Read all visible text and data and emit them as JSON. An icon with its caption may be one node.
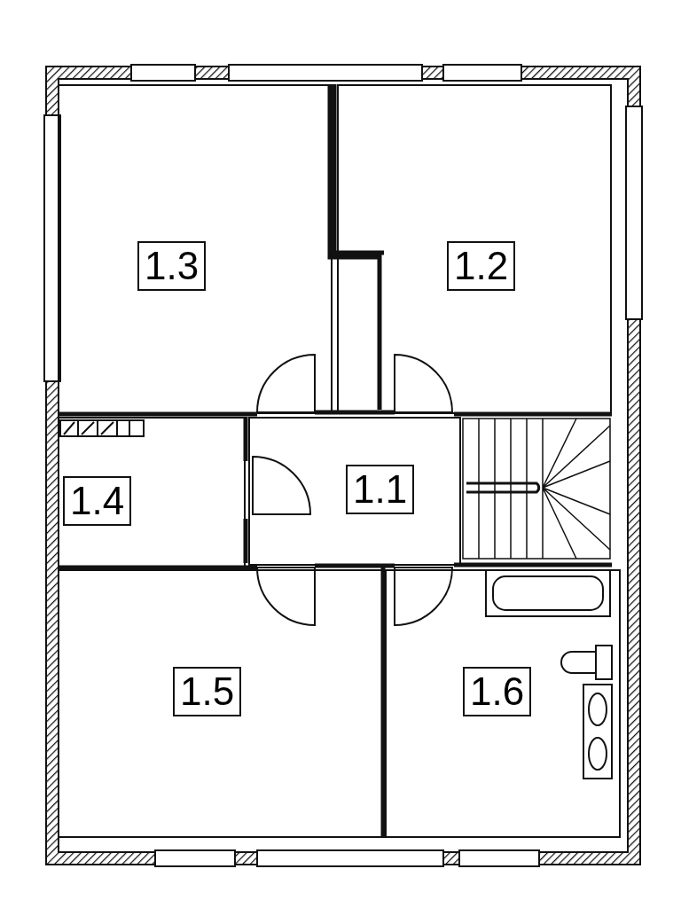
{
  "diagram": {
    "nodes": [
      {
        "text": [
          "1.3"
        ]
      },
      {
        "text": [
          "1.2"
        ]
      },
      {
        "text": [
          "1.4"
        ]
      },
      {
        "text": [
          "1.1"
        ]
      },
      {
        "text": [
          "1.5"
        ]
      },
      {
        "text": [
          "1.6"
        ]
      }
    ]
  }
}
